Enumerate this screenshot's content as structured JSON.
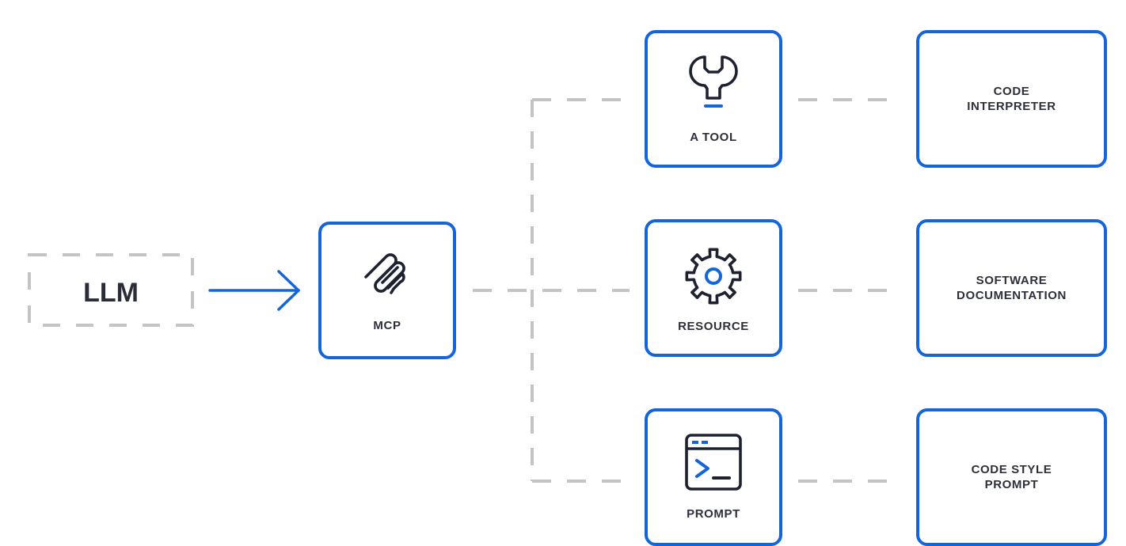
{
  "diagram": {
    "llm_label": "LLM",
    "mcp_label": "MCP",
    "middle": {
      "tool_label": "A TOOL",
      "resource_label": "RESOURCE",
      "prompt_label": "PROMPT"
    },
    "right": {
      "code_interpreter": "CODE\nINTERPRETER",
      "software_documentation": "SOFTWARE\nDOCUMENTATION",
      "code_style_prompt": "CODE STYLE\nPROMPT"
    }
  },
  "colors": {
    "accent": "#1565d8",
    "dash": "#c4c4c4",
    "text": "#2d2f3a"
  },
  "icons": [
    "mcp-logo-icon",
    "wrench-icon",
    "gear-icon",
    "terminal-icon",
    "arrow-right-icon"
  ]
}
